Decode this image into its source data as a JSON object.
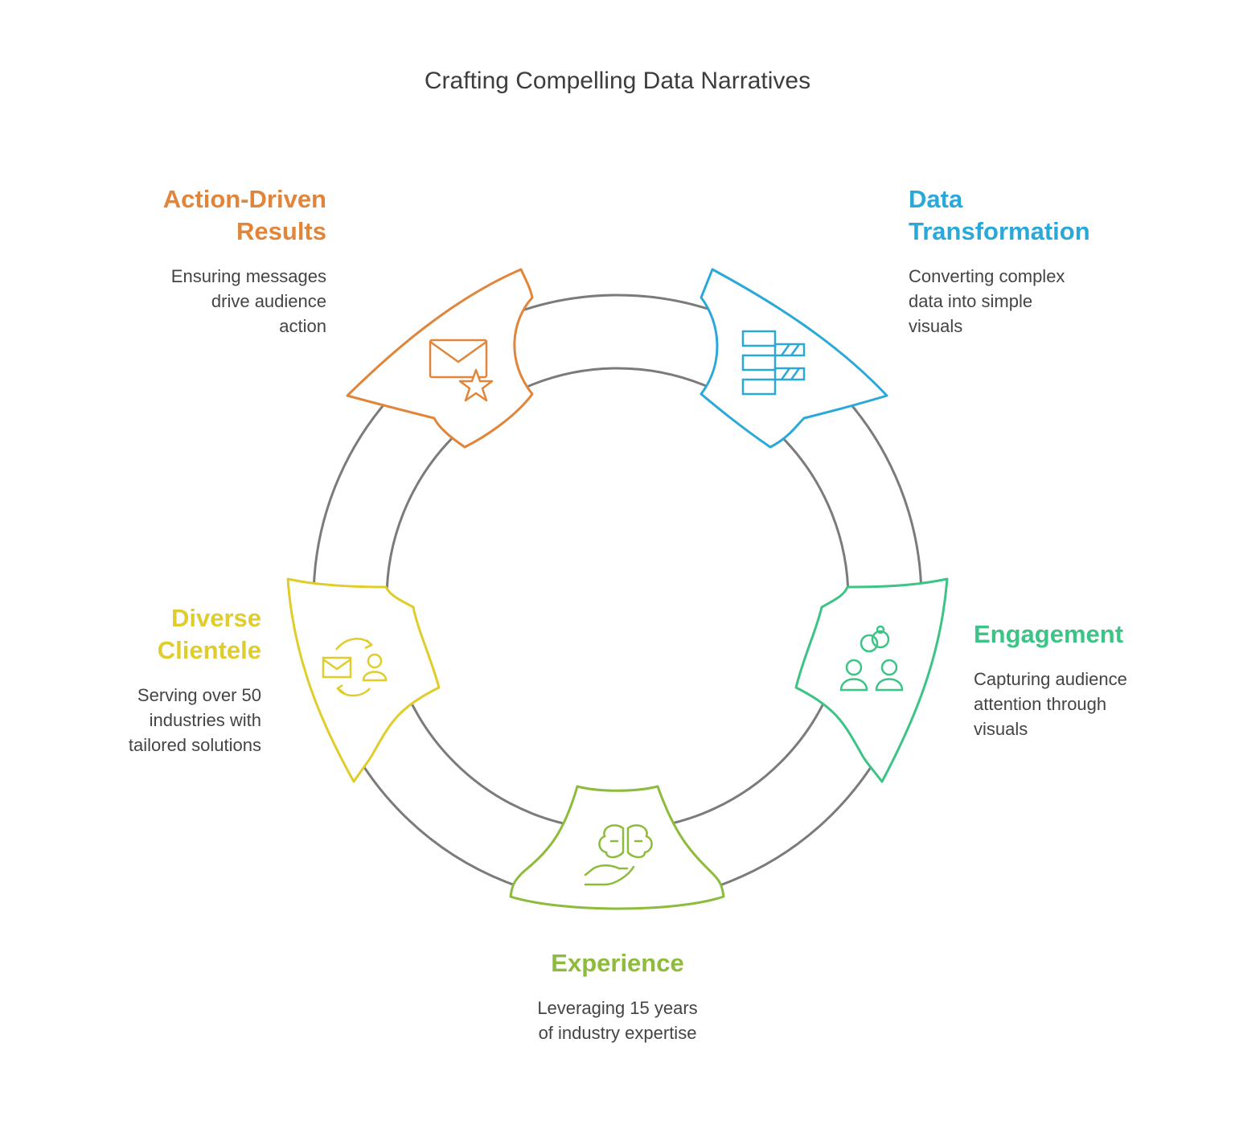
{
  "title": "Crafting Compelling Data Narratives",
  "colors": {
    "ring": "#7b7b7b",
    "action": "#e0853a",
    "data": "#2aa8d8",
    "engagement": "#3cc486",
    "experience": "#8dbb3c",
    "diverse": "#e0cc2a"
  },
  "steps": [
    {
      "key": "action",
      "title_lines": [
        "Action-Driven",
        "Results"
      ],
      "desc_lines": [
        "Ensuring messages",
        "drive audience",
        "action"
      ],
      "icon": "envelope-star-icon"
    },
    {
      "key": "data",
      "title_lines": [
        "Data",
        "Transformation"
      ],
      "desc_lines": [
        "Converting complex",
        "data into simple",
        "visuals"
      ],
      "icon": "data-blocks-icon"
    },
    {
      "key": "engagement",
      "title_lines": [
        "Engagement"
      ],
      "desc_lines": [
        "Capturing audience",
        "attention through",
        "visuals"
      ],
      "icon": "people-link-icon"
    },
    {
      "key": "experience",
      "title_lines": [
        "Experience"
      ],
      "desc_lines": [
        "Leveraging 15 years",
        "of industry expertise"
      ],
      "icon": "brain-hand-icon"
    },
    {
      "key": "diverse",
      "title_lines": [
        "Diverse",
        "Clientele"
      ],
      "desc_lines": [
        "Serving over 50",
        "industries with",
        "tailored solutions"
      ],
      "icon": "mail-user-cycle-icon"
    }
  ]
}
